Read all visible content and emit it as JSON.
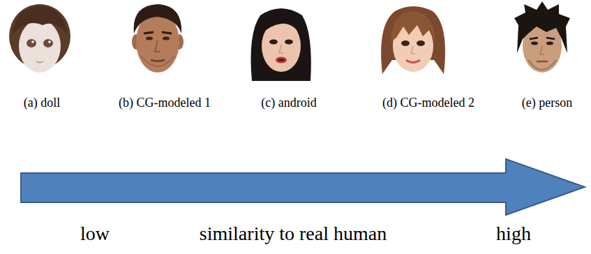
{
  "diagram": {
    "labels": [
      "(a) doll",
      "(b) CG-modeled 1",
      "(c) android",
      "(d) CG-modeled 2",
      "(e) person",
      "low",
      "similarity to real human",
      "high"
    ]
  }
}
